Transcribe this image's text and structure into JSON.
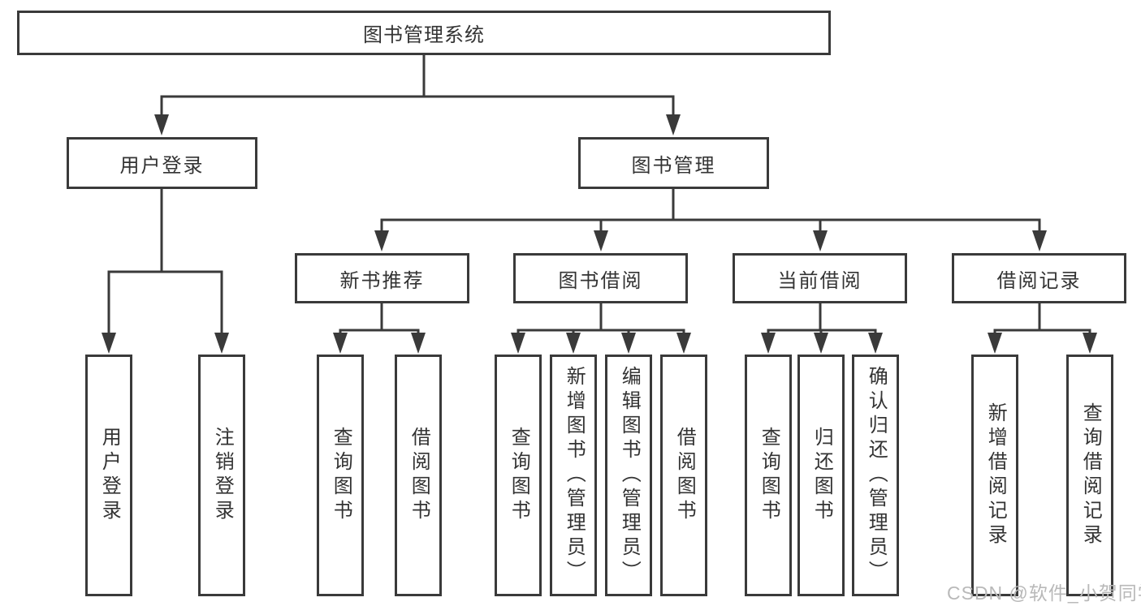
{
  "diagram": {
    "title": "图书管理系统",
    "root": {
      "label": "图书管理系统"
    },
    "level2": [
      {
        "label": "用户登录",
        "children": [
          {
            "label": "用户登录"
          },
          {
            "label": "注销登录"
          }
        ]
      },
      {
        "label": "图书管理",
        "children": [
          {
            "label": "新书推荐",
            "children": [
              {
                "label": "查询图书"
              },
              {
                "label": "借阅图书"
              }
            ]
          },
          {
            "label": "图书借阅",
            "children": [
              {
                "label": "查询图书"
              },
              {
                "label": "新增图书（管理员）"
              },
              {
                "label": "编辑图书（管理员）"
              },
              {
                "label": "借阅图书"
              }
            ]
          },
          {
            "label": "当前借阅",
            "children": [
              {
                "label": "查询图书"
              },
              {
                "label": "归还图书"
              },
              {
                "label": "确认归还（管理员）"
              }
            ]
          },
          {
            "label": "借阅记录",
            "children": [
              {
                "label": "新增借阅记录"
              },
              {
                "label": "查询借阅记录"
              }
            ]
          }
        ]
      }
    ],
    "colors": {
      "line": "#3a3a3a",
      "box_border": "#3a3a3a",
      "background": "#ffffff",
      "watermark": "#b9b9b9"
    },
    "icons": {
      "connector_arrow": "arrow-down-icon"
    }
  },
  "watermark": {
    "text": "CSDN @软件_小贺同学"
  }
}
